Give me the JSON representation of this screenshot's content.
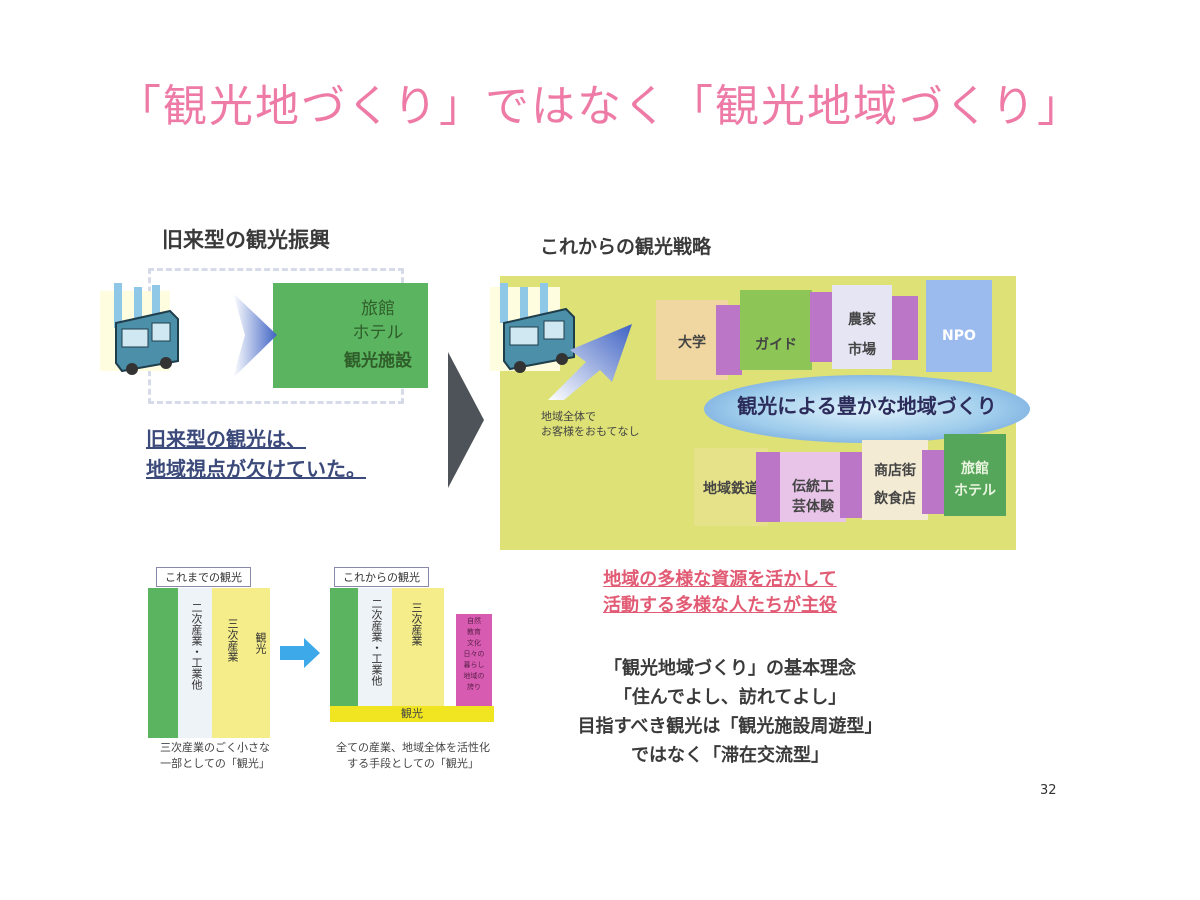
{
  "title": "「観光地づくり」ではなく「観光地域づくり」",
  "left": {
    "heading": "旧来型の観光振興",
    "box_lines": [
      "旅館",
      "ホテル",
      "観光施設"
    ],
    "summary_lines": [
      "旧来型の観光は、",
      "地域視点が欠けていた。"
    ]
  },
  "right": {
    "heading": "これからの観光戦略",
    "note_lines": [
      "地域全体で",
      "お客様をおもてなし"
    ],
    "blocks": {
      "daigaku": "大学",
      "guide": "ガイド",
      "nouka": "農家",
      "ichiba": "市場",
      "npo": "NPO",
      "tetsudo": "地域鉄道",
      "dentou1": "伝統工",
      "dentou2": "芸体験",
      "shoten1": "商店街",
      "shoten2": "飲食店",
      "ryokan1": "旅館",
      "ryokan2": "ホテル"
    },
    "ellipse": "観光による豊かな地域づくり",
    "pink_lines": [
      "地域の多様な資源を活かして",
      "活動する多様な人たちが主役"
    ]
  },
  "bottom": {
    "left_head": "これまでの観光",
    "left_cols": [
      "二次産業・工業他",
      "三次産業",
      "観光"
    ],
    "left_caption": [
      "三次産業のごく小さな",
      "一部としての「観光」"
    ],
    "right_head": "これからの観光",
    "right_cols": [
      "二次産業・工業他",
      "三次産業"
    ],
    "right_pink": [
      "自然",
      "教育",
      "文化",
      "日々の",
      "暮らし",
      "地域の",
      "誇り"
    ],
    "right_base": "観光",
    "right_caption": [
      "全ての産業、地域全体を活性化",
      "する手段としての「観光」"
    ]
  },
  "concept_lines": [
    "「観光地域づくり」の基本理念",
    "「住んでよし、訪れてよし」",
    "目指すべき観光は「観光施設周遊型」",
    "ではなく「滞在交流型」"
  ],
  "page_number": "32",
  "colors": {
    "title": "#ee7aa6",
    "green": "#5bb560",
    "yellow_area": "#dde176",
    "pink": "#e25b74"
  }
}
